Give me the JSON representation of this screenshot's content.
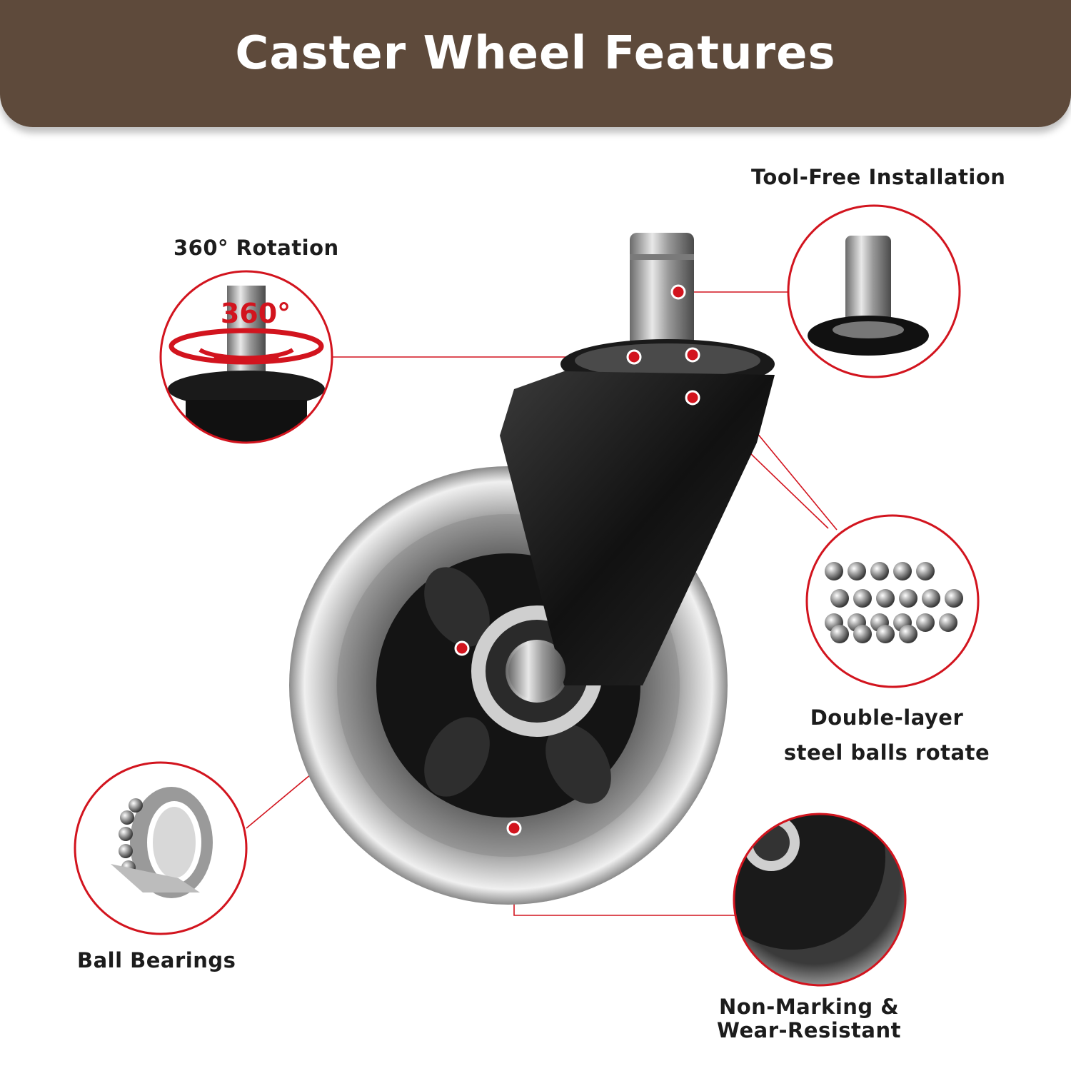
{
  "header": {
    "title": "Caster Wheel Features",
    "background": "#5e4a3b"
  },
  "colors": {
    "accent_red": "#d2141e",
    "wheel_hub": "#1a1a1a",
    "wheel_tire": "#c8c8c8",
    "stem_chrome": "#b8b8b8"
  },
  "callouts": {
    "rotation": {
      "label": "360° Rotation",
      "badge": "360°"
    },
    "install": {
      "label": "Tool-Free Installation"
    },
    "steel_balls": {
      "line1": "Double-layer",
      "line2": "steel balls rotate"
    },
    "bearings": {
      "label": "Ball Bearings"
    },
    "non_marking": {
      "line1": "Non-Marking &",
      "line2": "Wear-Resistant"
    }
  }
}
